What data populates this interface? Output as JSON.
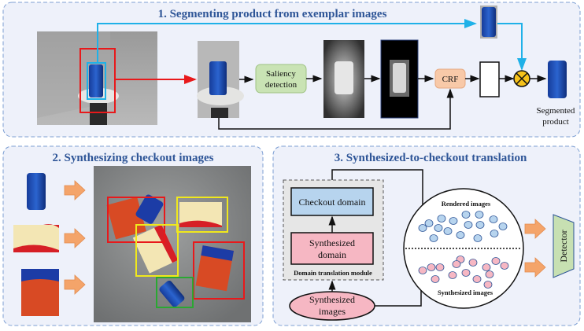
{
  "panels": {
    "p1": {
      "title": "1. Segmenting product from exemplar images"
    },
    "p2": {
      "title": "2. Synthesizing checkout images"
    },
    "p3": {
      "title": "3. Synthesized-to-checkout translation"
    }
  },
  "p1": {
    "saliency_line1": "Saliency",
    "saliency_line2": "detection",
    "crf": "CRF",
    "output_line1": "Segmented",
    "output_line2": "product"
  },
  "p3": {
    "checkout_domain": "Checkout domain",
    "synth_domain_line1": "Synthesized",
    "synth_domain_line2": "domain",
    "module_label": "Domain translation module",
    "synth_images_line1": "Synthesized",
    "synth_images_line2": "images",
    "rendered_label": "Rendered images",
    "synthesized_label": "Synthesized images",
    "detector": "Detector"
  },
  "colors": {
    "panel_bg": "#eef1fa",
    "panel_border": "#7d9fd3",
    "title": "#2e5597",
    "red_box": "#e8191b",
    "cyan": "#1fb1e8",
    "saliency_fill": "#c9e3b4",
    "crf_fill": "#f8c9a8",
    "checkout_fill": "#b7d4ee",
    "synth_fill": "#f6b7c3",
    "detector_fill": "#c7e0b2",
    "orange_arrow": "#f4a46a",
    "yellow_box": "#f0e81c",
    "green_box": "#2aa832",
    "mult_fill": "#f6c21a"
  }
}
